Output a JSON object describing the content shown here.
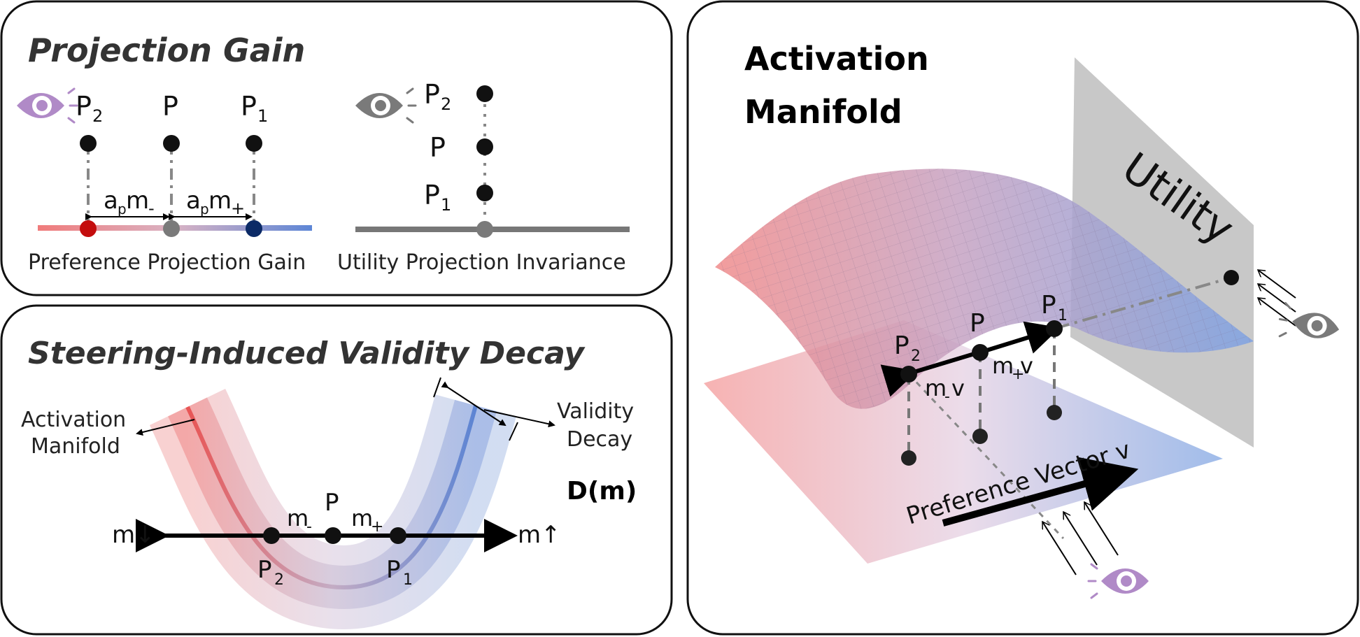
{
  "panels": {
    "projection_gain": {
      "title": "Projection Gain",
      "left": {
        "points": {
          "p2": "P",
          "p": "P",
          "p1": "P"
        },
        "subscripts": {
          "p2": "2",
          "p1": "1"
        },
        "gap_left": {
          "a": "a",
          "p": "p",
          "m": "m",
          "sign": "-"
        },
        "gap_right": {
          "a": "a",
          "p": "p",
          "m": "m",
          "sign": "+"
        },
        "caption": "Preference Projection Gain"
      },
      "right": {
        "points": {
          "p2": "P",
          "p": "P",
          "p1": "P"
        },
        "subscripts": {
          "p2": "2",
          "p1": "1"
        },
        "caption": "Utility Projection Invariance"
      }
    },
    "validity_decay": {
      "title": "Steering-Induced Validity Decay",
      "activation_manifold_label": [
        "Activation",
        "Manifold"
      ],
      "validity_decay_label": [
        "Validity",
        "Decay"
      ],
      "d_label": "D(m)",
      "m_down": "m↓",
      "m_up": "m↑",
      "m_minus": {
        "m": "m",
        "sign": "-"
      },
      "m_plus": {
        "m": "m",
        "sign": "+"
      },
      "point_p": "P",
      "point_p2": "P",
      "point_p2_sub": "2",
      "point_p1": "P",
      "point_p1_sub": "1"
    },
    "activation_manifold": {
      "title_line1": "Activation",
      "title_line2": "Manifold",
      "utility_label": "Utility",
      "preference_vector_label": "Preference Vector v",
      "point_p": "P",
      "point_p1": "P",
      "point_p1_sub": "1",
      "point_p2": "P",
      "point_p2_sub": "2",
      "m_minus_v": {
        "m": "m",
        "sign": "-",
        "v": "v"
      },
      "m_plus_v": {
        "m": "m",
        "sign": "+",
        "v": "v"
      }
    }
  },
  "colors": {
    "red": "#e84d4d",
    "blue": "#4f7fd1",
    "gray": "#777777",
    "eye_purple": "#b08ac7",
    "eye_gray": "#7a7a7a",
    "point_red": "#c40d0d",
    "point_navy": "#0b2a66"
  },
  "icons": [
    "eye-icon-purple",
    "eye-icon-gray"
  ]
}
